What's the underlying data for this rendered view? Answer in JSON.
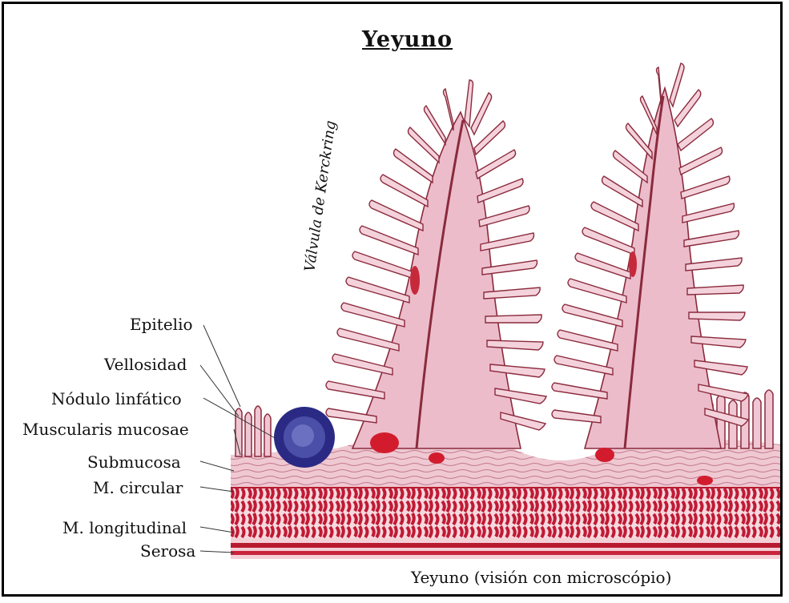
{
  "title": "Yeyuno",
  "rotated_label": "Válvula de Kerckring",
  "labels": [
    "Epitelio",
    "Vellosidad",
    "Nódulo linfático",
    "Muscularis mucosae",
    "Submucosa",
    "M. circular",
    "M. longitudinal",
    "Serosa"
  ],
  "caption": "Yeyuno (visión con microscópio)",
  "colors": {
    "border": "#000000",
    "villus_fill": "#f0c6d3",
    "villus_outline": "#8a2a3c",
    "muscle_red": "#c8203a",
    "submucosa": "#e9b8c6",
    "lymph_nodule": "#2a2a85",
    "serosa": "#b81a30"
  }
}
